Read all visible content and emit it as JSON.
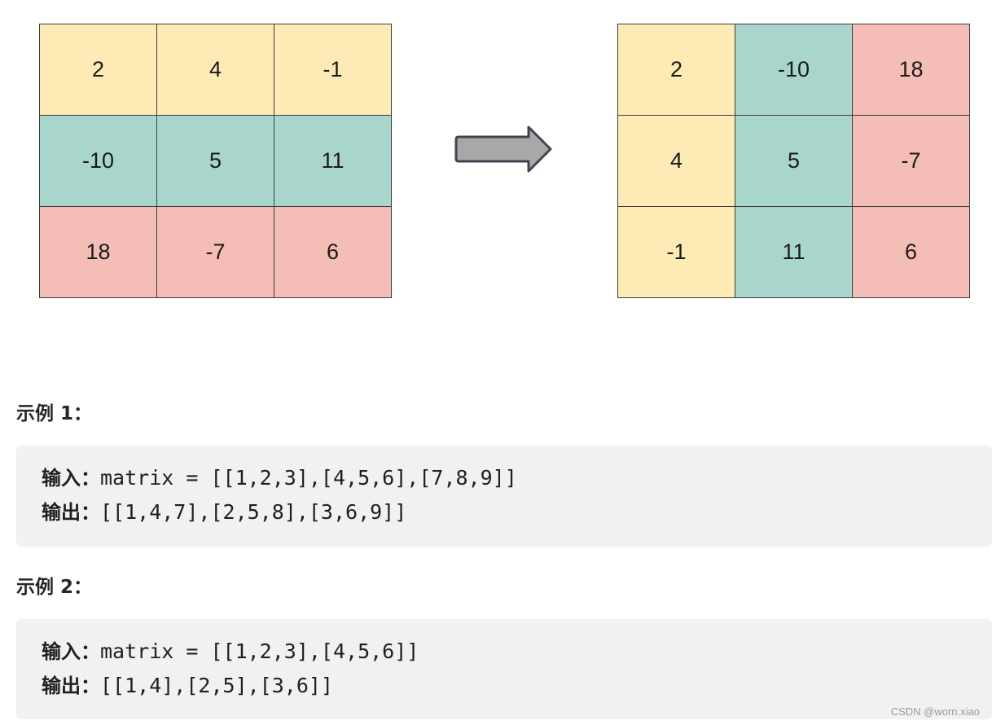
{
  "input_matrix": [
    [
      "2",
      "4",
      "-1"
    ],
    [
      "-10",
      "5",
      "11"
    ],
    [
      "18",
      "-7",
      "6"
    ]
  ],
  "output_matrix": [
    [
      "2",
      "-10",
      "18"
    ],
    [
      "4",
      "5",
      "-7"
    ],
    [
      "-1",
      "11",
      "6"
    ]
  ],
  "colors": {
    "yellow": "#fdeab5",
    "teal": "#a8d6cc",
    "pink": "#f4bdb5",
    "arrow_fill": "#a8a8a8",
    "arrow_stroke": "#3c4550",
    "code_background": "#f1f1f3"
  },
  "arrow_icon": "right-arrow-icon",
  "examples": [
    {
      "title": "示例 1：",
      "input_label": "输入：",
      "input_value": "matrix = [[1,2,3],[4,5,6],[7,8,9]]",
      "output_label": "输出：",
      "output_value": "[[1,4,7],[2,5,8],[3,6,9]]"
    },
    {
      "title": "示例 2：",
      "input_label": "输入：",
      "input_value": "matrix = [[1,2,3],[4,5,6]]",
      "output_label": "输出：",
      "output_value": "[[1,4],[2,5],[3,6]]"
    }
  ],
  "watermark": "CSDN @worn.xiao"
}
